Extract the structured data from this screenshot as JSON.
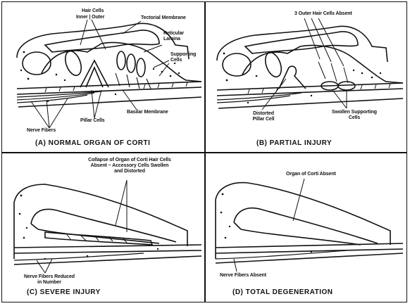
{
  "panels": {
    "a": {
      "caption": "(A)  NORMAL ORGAN OF CORTI",
      "labels": {
        "hair_cells": "Hair Cells",
        "inner_outer": "Inner | Outer",
        "tectorial": "Tectorial Membrane",
        "reticular": "Reticular Lamina",
        "supporting": "Supporting Cells",
        "basilar": "Basilar Membrane",
        "pillar": "Pillar Cells",
        "nerve": "Nerve Fibers"
      }
    },
    "b": {
      "caption": "(B)  PARTIAL INJURY",
      "labels": {
        "outer_absent": "3 Outer Hair Cells Absent",
        "distorted": "Distorted Pillar Cell",
        "swollen": "Swollen Supporting Cells"
      }
    },
    "c": {
      "caption": "(C)  SEVERE INJURY",
      "labels": {
        "collapse": "Collapse of Organ of Corti Hair Cells Absent ~ Accessory Cells Swollen and Distorted",
        "nerve_reduced": "Nerve Fibers Reduced in Number"
      }
    },
    "d": {
      "caption": "(D)  TOTAL DEGENERATION",
      "labels": {
        "corti_absent": "Organ of Corti Absent",
        "nerve_absent": "Nerve Fibers Absent"
      }
    }
  }
}
